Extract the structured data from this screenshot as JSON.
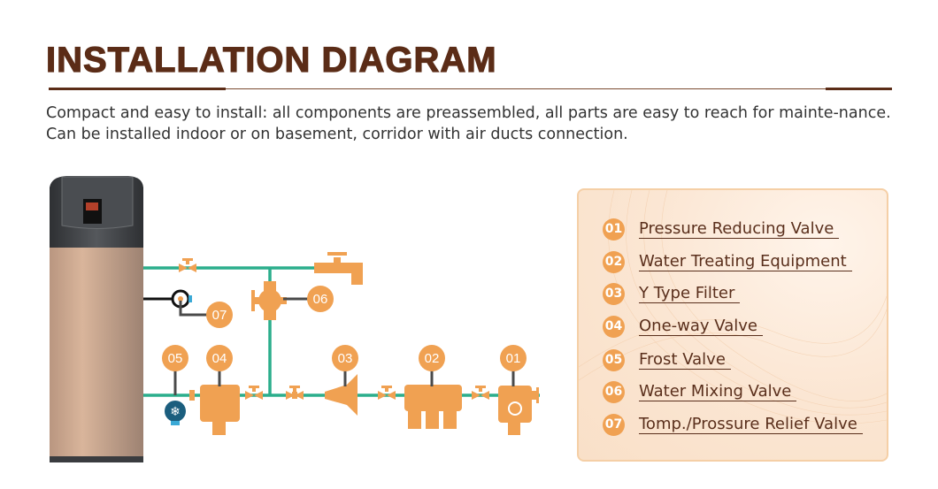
{
  "header": {
    "title": "INSTALLATION DIAGRAM",
    "description": "Compact and easy to install: all components are preassembled, all parts are easy to reach for mainte-nance. Can be installed indoor or on basement, corridor with air ducts connection."
  },
  "colors": {
    "title": "#5b2c17",
    "pipe": "#2bae8c",
    "component": "#f0a152",
    "legend_border": "#f5cfa6",
    "frost_valve": "#1b5e7e"
  },
  "diagram": {
    "callouts": [
      "01",
      "02",
      "03",
      "04",
      "05",
      "06",
      "07"
    ]
  },
  "legend": {
    "items": [
      {
        "num": "01",
        "label": "Pressure Reducing Valve"
      },
      {
        "num": "02",
        "label": "Water Treating Equipment"
      },
      {
        "num": "03",
        "label": "Y Type Filter"
      },
      {
        "num": "04",
        "label": "One-way Valve"
      },
      {
        "num": "05",
        "label": "Frost Valve"
      },
      {
        "num": "06",
        "label": "Water Mixing Valve"
      },
      {
        "num": "07",
        "label": "Tomp./Prossure Relief Valve"
      }
    ]
  }
}
